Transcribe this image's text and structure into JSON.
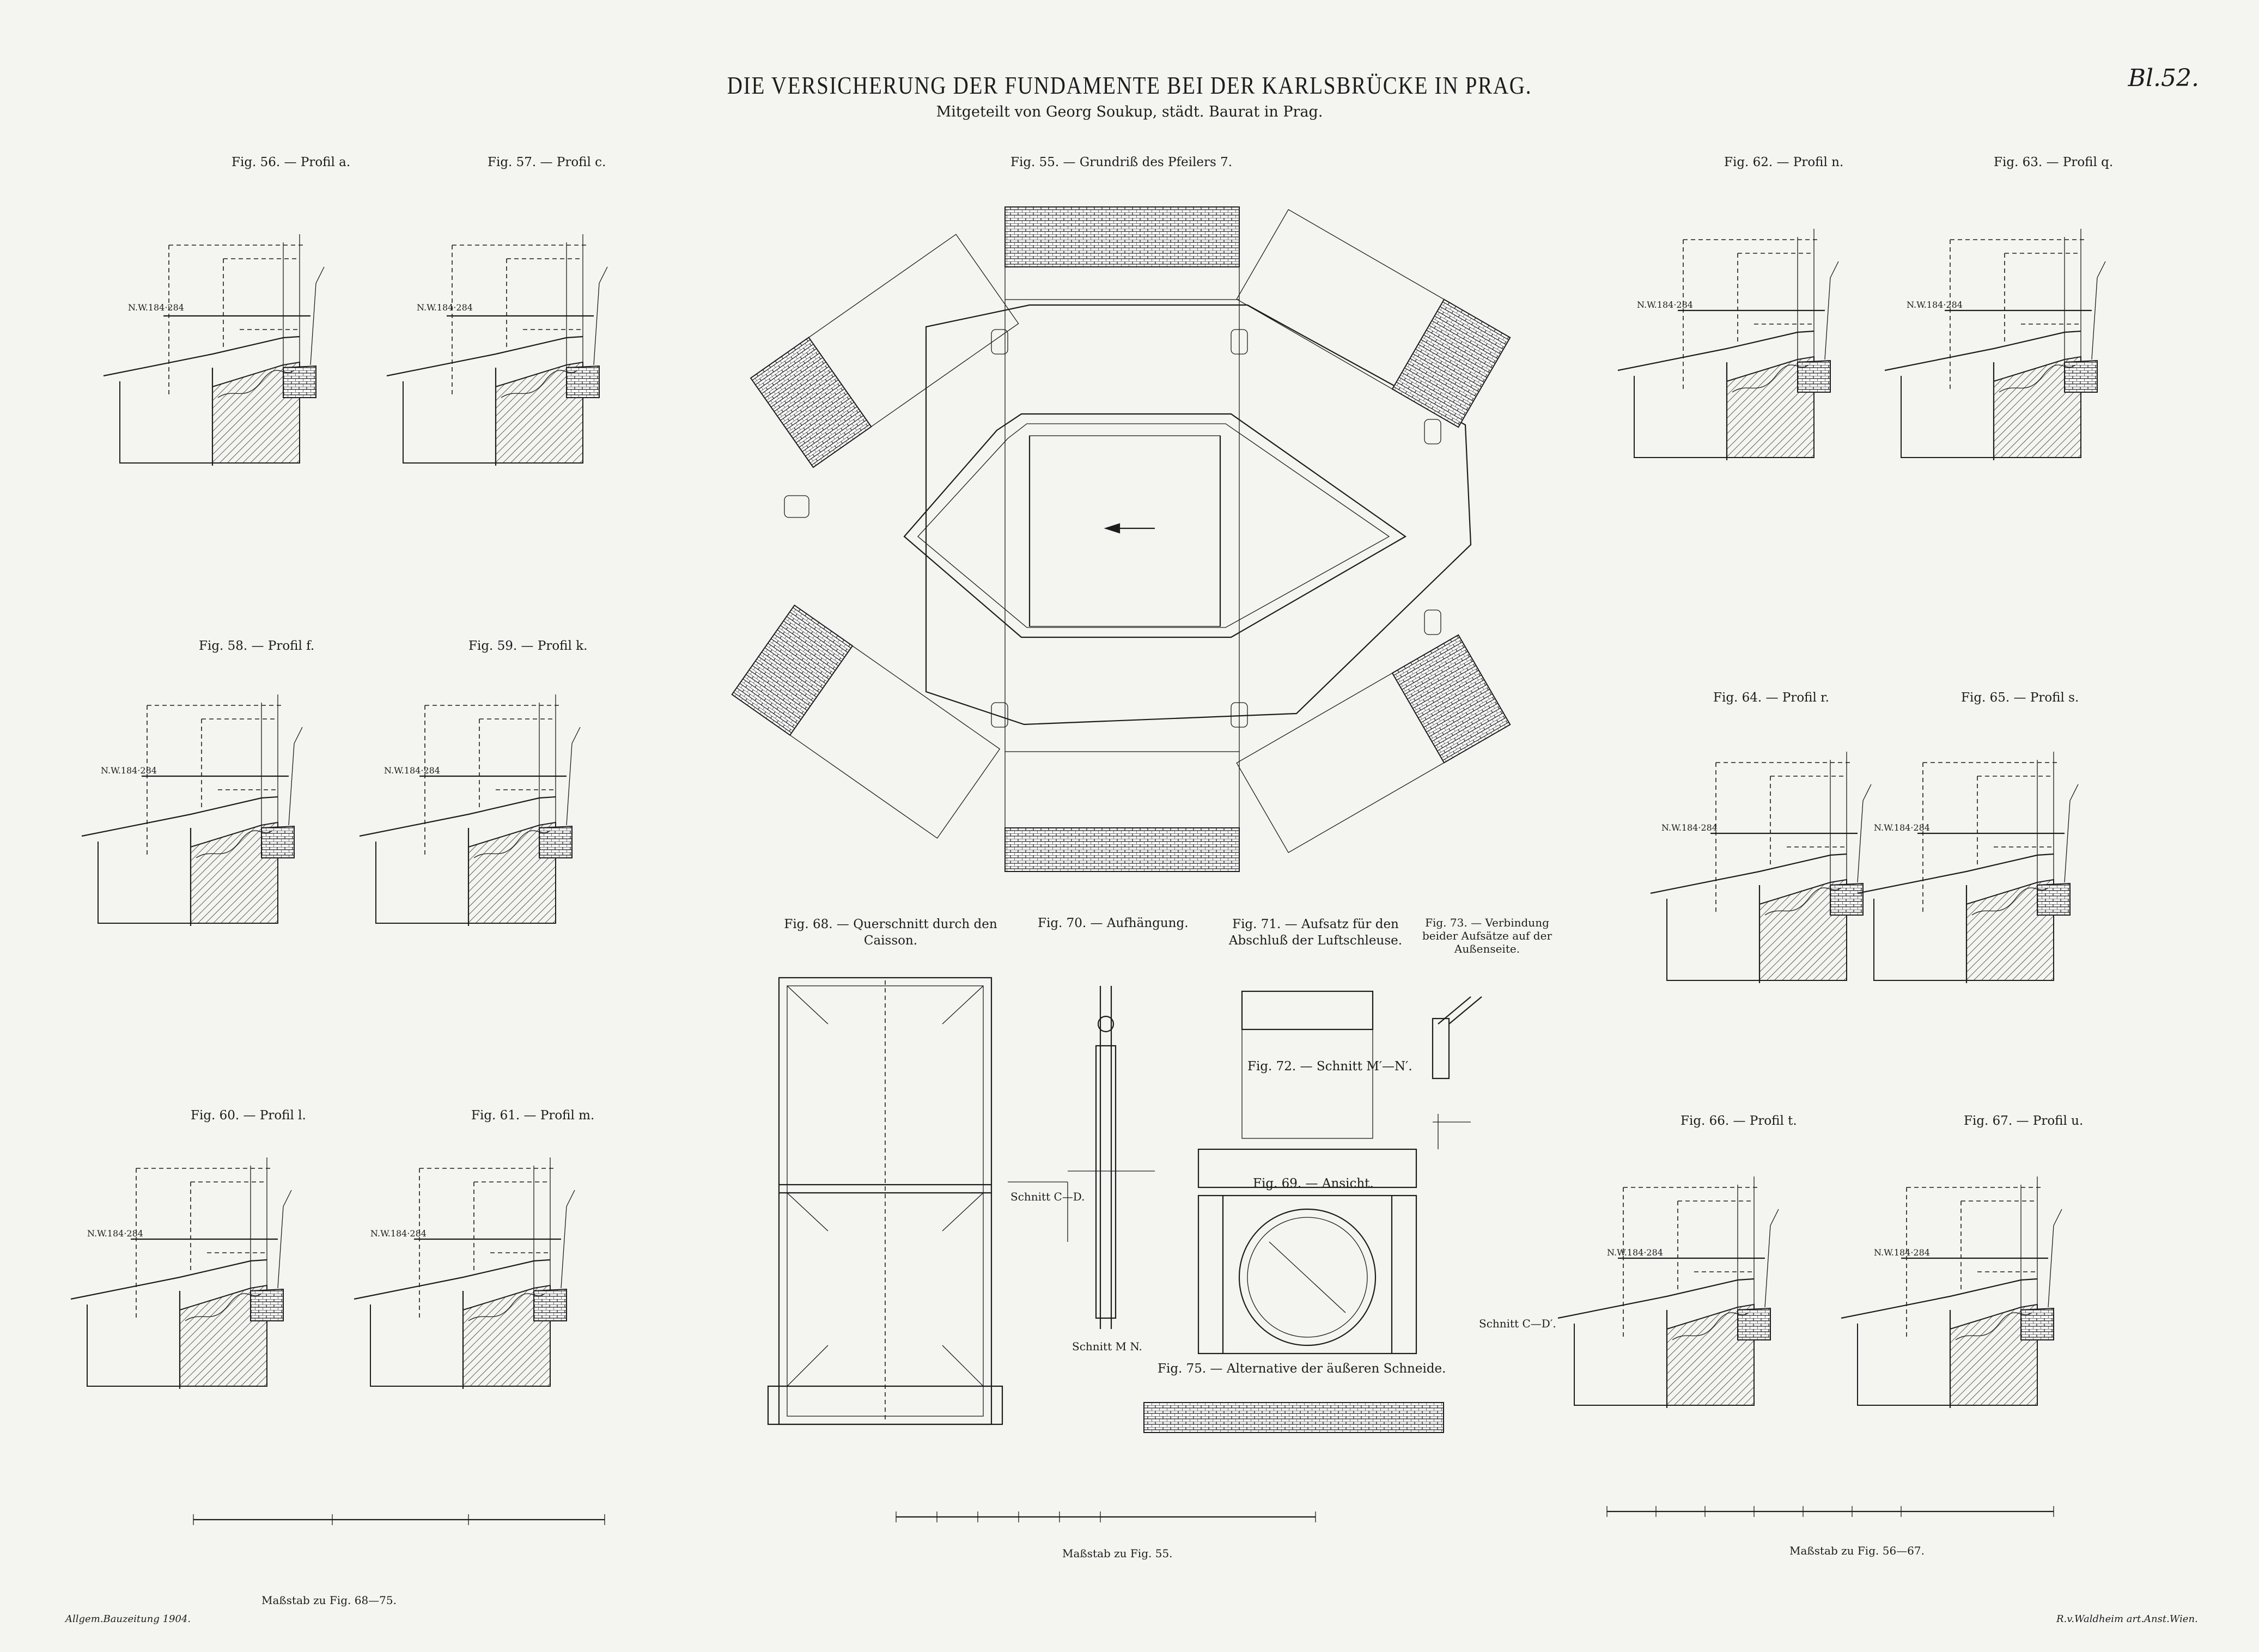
{
  "header": {
    "title": "DIE VERSICHERUNG DER FUNDAMENTE BEI DER KARLSBRÜCKE IN PRAG.",
    "subtitle": "Mitgeteilt von Georg Soukup, städt. Baurat in Prag.",
    "sheet_number": "Bl.52."
  },
  "figures": {
    "fig55": "Fig. 55. — Grundriß des Pfeilers 7.",
    "fig56": "Fig. 56. — Profil a.",
    "fig57": "Fig. 57. — Profil c.",
    "fig58": "Fig. 58. — Profil f.",
    "fig59": "Fig. 59. — Profil k.",
    "fig60": "Fig. 60. — Profil l.",
    "fig61": "Fig. 61. — Profil m.",
    "fig62": "Fig. 62. — Profil n.",
    "fig63": "Fig. 63. — Profil q.",
    "fig64": "Fig. 64. — Profil r.",
    "fig65": "Fig. 65. — Profil s.",
    "fig66": "Fig. 66. — Profil t.",
    "fig67": "Fig. 67. — Profil u.",
    "fig68": "Fig. 68. — Querschnitt durch den Caisson.",
    "fig69": "Fig. 69. — Ansicht.",
    "fig70": "Fig. 70. — Aufhängung.",
    "fig71": "Fig. 71. — Aufsatz für den Abschluß der Luftschleuse.",
    "fig72": "Fig. 72. — Schnitt M′—N′.",
    "fig73": "Fig. 73. — Verbindung beider Aufsätze auf der Außenseite.",
    "fig75": "Fig. 75. — Alternative der äußeren Schneide."
  },
  "labels": {
    "schnitt_cd": "Schnitt C—D.",
    "schnitt_cd2": "Schnitt C—D′.",
    "schnitt_mn": "Schnitt M N.",
    "nw": "N.W.184·284"
  },
  "scales": {
    "left": "Maßstab zu Fig. 68—75.",
    "center": "Maßstab zu Fig. 55.",
    "right": "Maßstab zu Fig. 56—67."
  },
  "footer": {
    "left": "Allgem.Bauzeitung 1904.",
    "right": "R.v.Waldheim art.Anst.Wien."
  }
}
